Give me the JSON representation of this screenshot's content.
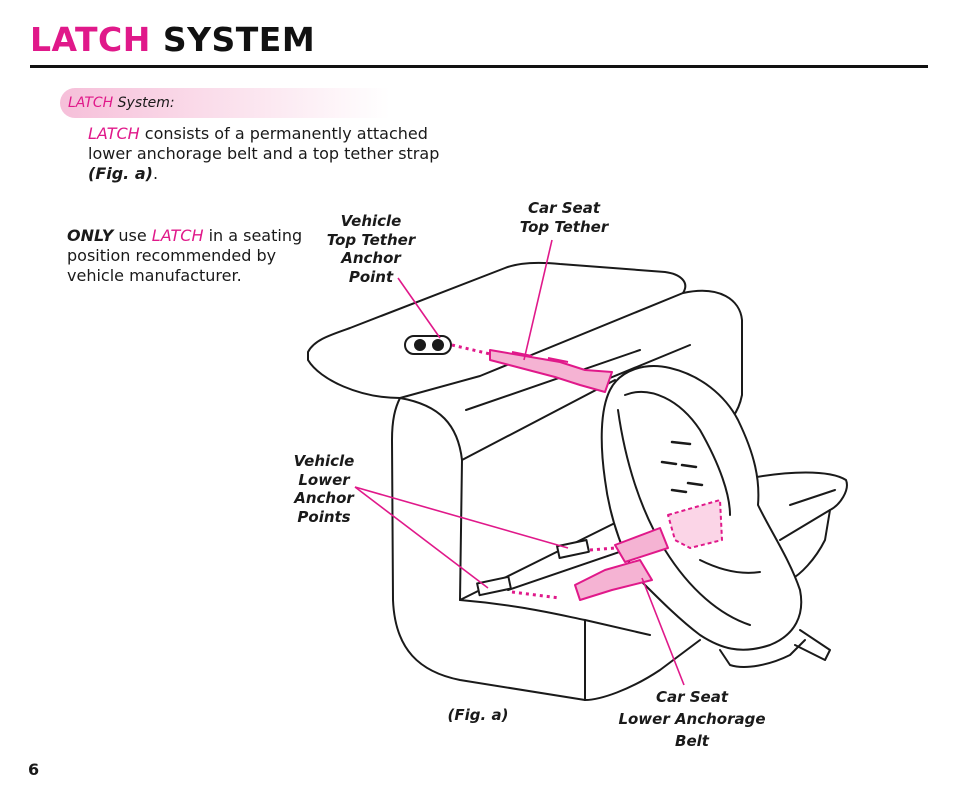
{
  "header": {
    "title_accent": "LATCH",
    "title_rest": "SYSTEM"
  },
  "section_tag": {
    "accent": "LATCH",
    "rest": "System:"
  },
  "intro": {
    "accent": "LATCH",
    "text": "consists of a permanently attached lower anchorage belt and a top tether strap",
    "fig_ref": "(Fig. a)",
    "end": "."
  },
  "note": {
    "only": "ONLY",
    "use": "use",
    "accent": "LATCH",
    "text": "in a seating position recommended by vehicle manufacturer."
  },
  "figure": {
    "labels": {
      "vehicle_top_tether": [
        "Vehicle",
        "Top Tether",
        "Anchor",
        "Point"
      ],
      "car_seat_top_tether": [
        "Car Seat",
        "Top Tether"
      ],
      "vehicle_lower_anchor": [
        "Vehicle",
        "Lower",
        "Anchor",
        "Points"
      ],
      "car_seat_lower_belt": [
        "Car Seat",
        "Lower Anchorage",
        "Belt"
      ]
    },
    "caption": "(Fig. a)",
    "colors": {
      "accent": "#e0198a",
      "strap_fill": "#f5b3d3",
      "line": "#1a1a1a"
    }
  },
  "page_number": "6"
}
